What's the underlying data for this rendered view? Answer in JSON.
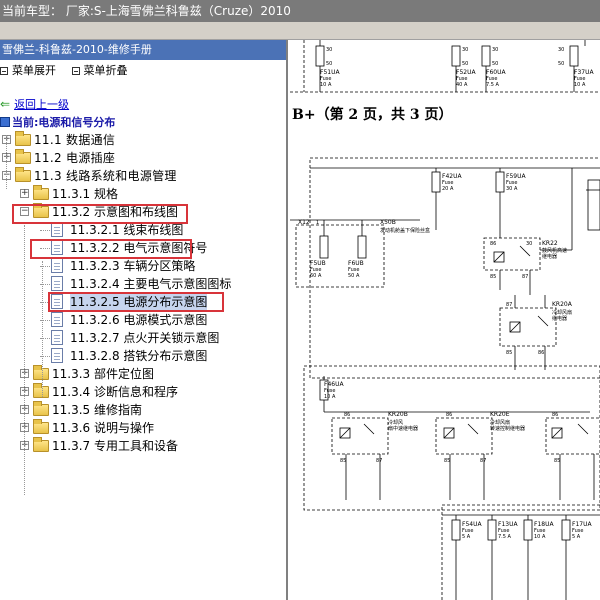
{
  "window": {
    "title": "当前车型：  厂家:S-上海雪佛兰科鲁兹（Cruze）2010"
  },
  "left_panel": {
    "header": "雪佛兰-科鲁兹-2010-维修手册",
    "toolbar": {
      "expand_label": "菜单展开",
      "collapse_label": "菜单折叠"
    },
    "back_label": "返回上一级",
    "current_label": "当前:电源和信号分布",
    "tree": [
      {
        "id": "n1",
        "label": "11.1 数据通信",
        "level": 1,
        "type": "folder",
        "expander": "+"
      },
      {
        "id": "n2",
        "label": "11.2 电源插座",
        "level": 1,
        "type": "folder",
        "expander": "+"
      },
      {
        "id": "n3",
        "label": "11.3 线路系统和电源管理",
        "level": 1,
        "type": "folder",
        "expander": "-"
      },
      {
        "id": "n4",
        "label": "11.3.1 规格",
        "level": 2,
        "type": "folder",
        "expander": "+"
      },
      {
        "id": "n5",
        "label": "11.3.2 示意图和布线图",
        "level": 2,
        "type": "folder",
        "expander": "-"
      },
      {
        "id": "n6",
        "label": "11.3.2.1 线束布线图",
        "level": 3,
        "type": "doc"
      },
      {
        "id": "n7",
        "label": "11.3.2.2 电气示意图符号",
        "level": 3,
        "type": "doc"
      },
      {
        "id": "n8",
        "label": "11.3.2.3 车辆分区策略",
        "level": 3,
        "type": "doc"
      },
      {
        "id": "n9",
        "label": "11.3.2.4 主要电气示意图图标",
        "level": 3,
        "type": "doc"
      },
      {
        "id": "n10",
        "label": "11.3.2.5 电源分布示意图",
        "level": 3,
        "type": "doc",
        "selected": true
      },
      {
        "id": "n11",
        "label": "11.3.2.6 电源模式示意图",
        "level": 3,
        "type": "doc"
      },
      {
        "id": "n12",
        "label": "11.3.2.7 点火开关锁示意图",
        "level": 3,
        "type": "doc"
      },
      {
        "id": "n13",
        "label": "11.3.2.8 搭铁分布示意图",
        "level": 3,
        "type": "doc"
      },
      {
        "id": "n14",
        "label": "11.3.3 部件定位图",
        "level": 2,
        "type": "folder",
        "expander": "+"
      },
      {
        "id": "n15",
        "label": "11.3.4 诊断信息和程序",
        "level": 2,
        "type": "folder",
        "expander": "+"
      },
      {
        "id": "n16",
        "label": "11.3.5 维修指南",
        "level": 2,
        "type": "folder",
        "expander": "+"
      },
      {
        "id": "n17",
        "label": "11.3.6 说明与操作",
        "level": 2,
        "type": "folder",
        "expander": "+"
      },
      {
        "id": "n18",
        "label": "11.3.7 专用工具和设备",
        "level": 2,
        "type": "folder",
        "expander": "+"
      }
    ]
  },
  "diagram": {
    "page_caption": "B+（第 2 页，共 3 页）",
    "top_fuses": [
      {
        "pin": "30",
        "pin2": "50",
        "name": "F51UA",
        "text": "Fuse",
        "amp": "10 A"
      },
      {
        "pin": "30",
        "pin2": "50",
        "name": "F52UA",
        "text": "Fuse",
        "amp": "40 A"
      },
      {
        "pin": "30",
        "pin2": "50",
        "name": "F60UA",
        "text": "Fuse",
        "amp": "7.5 A"
      },
      {
        "pin": "30",
        "pin2": "50",
        "name": "F37UA",
        "text": "Fuse",
        "amp": "10 A"
      }
    ],
    "fuse_f42": {
      "name": "F42UA",
      "text": "Fuse",
      "amp": "20 A"
    },
    "fuse_f59": {
      "name": "F59UA",
      "text": "Fuse",
      "amp": "30 A"
    },
    "x12": "X12",
    "x50b": "X50B",
    "x50b_desc": "发动机舱盖下保险丝盒",
    "fuse_f5ub": {
      "name": "F5UB",
      "text": "Fuse",
      "amp": "60 A"
    },
    "fuse_f6ub": {
      "name": "F6UB",
      "text": "Fuse",
      "amp": "50 A"
    },
    "kr22": {
      "name": "KR22",
      "desc1": "鼓风机高速",
      "desc2": "继电器"
    },
    "kr20a": {
      "name": "KR20A",
      "desc1": "冷却风扇",
      "desc2": "继电器"
    },
    "fuse_f46": {
      "name": "F46UA",
      "text": "Fuse",
      "amp": "10 A"
    },
    "kr20b": {
      "name": "KR20B",
      "desc1": "冷却风",
      "desc2": "扇中速继电器"
    },
    "kr20e": {
      "name": "KR20E",
      "desc1": "冷却风扇",
      "desc2": "转速控制继电器"
    },
    "bottom_fuses": [
      {
        "name": "F54UA",
        "text": "Fuse",
        "amp": "5 A"
      },
      {
        "name": "F13UA",
        "text": "Fuse",
        "amp": "7.5 A"
      },
      {
        "name": "F18UA",
        "text": "Fuse",
        "amp": "10 A"
      },
      {
        "name": "F17UA",
        "text": "Fuse",
        "amp": "5 A"
      }
    ],
    "pins": {
      "p1": "1",
      "p30": "30",
      "p50": "50",
      "p86": "86",
      "p85": "85",
      "p87": "87",
      "p30b": "30"
    }
  },
  "colors": {
    "title_bg": "#7a7a7a",
    "panel_header_bg": "#4b72b6",
    "selection_outline": "#d8343a",
    "link": "#0000cc"
  }
}
